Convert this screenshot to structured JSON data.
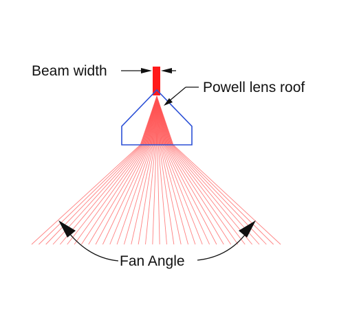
{
  "labels": {
    "beam_width": "Beam width",
    "powell_lens_roof": "Powell lens roof",
    "fan_angle": "Fan Angle"
  },
  "colors": {
    "beam": "#ff1a1a",
    "fan_ray": "#ff6b6b",
    "lens_outline": "#2a4fd6",
    "annotation": "#111111"
  },
  "diagram": {
    "fan_ray_count": 36
  }
}
